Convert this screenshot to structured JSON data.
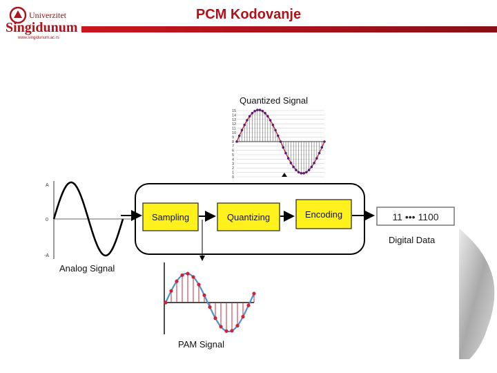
{
  "header": {
    "title": "PCM Kodovanje",
    "logo_top": "Univerzitet",
    "logo_main": "Singidunum",
    "logo_url": "www.singidunum.ac.rs",
    "accent_color": "#b0121b"
  },
  "diagram": {
    "quantized_title": "Quantized Signal",
    "quantized_ticks": [
      "15",
      "14",
      "13",
      "12",
      "11",
      "10",
      "9",
      "8",
      "7",
      "6",
      "5",
      "4",
      "3",
      "2",
      "1",
      "0"
    ],
    "analog_title": "Analog Signal",
    "analog_ticks": [
      "A",
      "0",
      "-A"
    ],
    "blocks": {
      "sampling": "Sampling",
      "quantizing": "Quantizing",
      "encoding": "Encoding"
    },
    "digital_output": "11 ••• 1100",
    "digital_label": "Digital Data",
    "pam_label": "PAM Signal",
    "block_color": "#fff21c"
  }
}
